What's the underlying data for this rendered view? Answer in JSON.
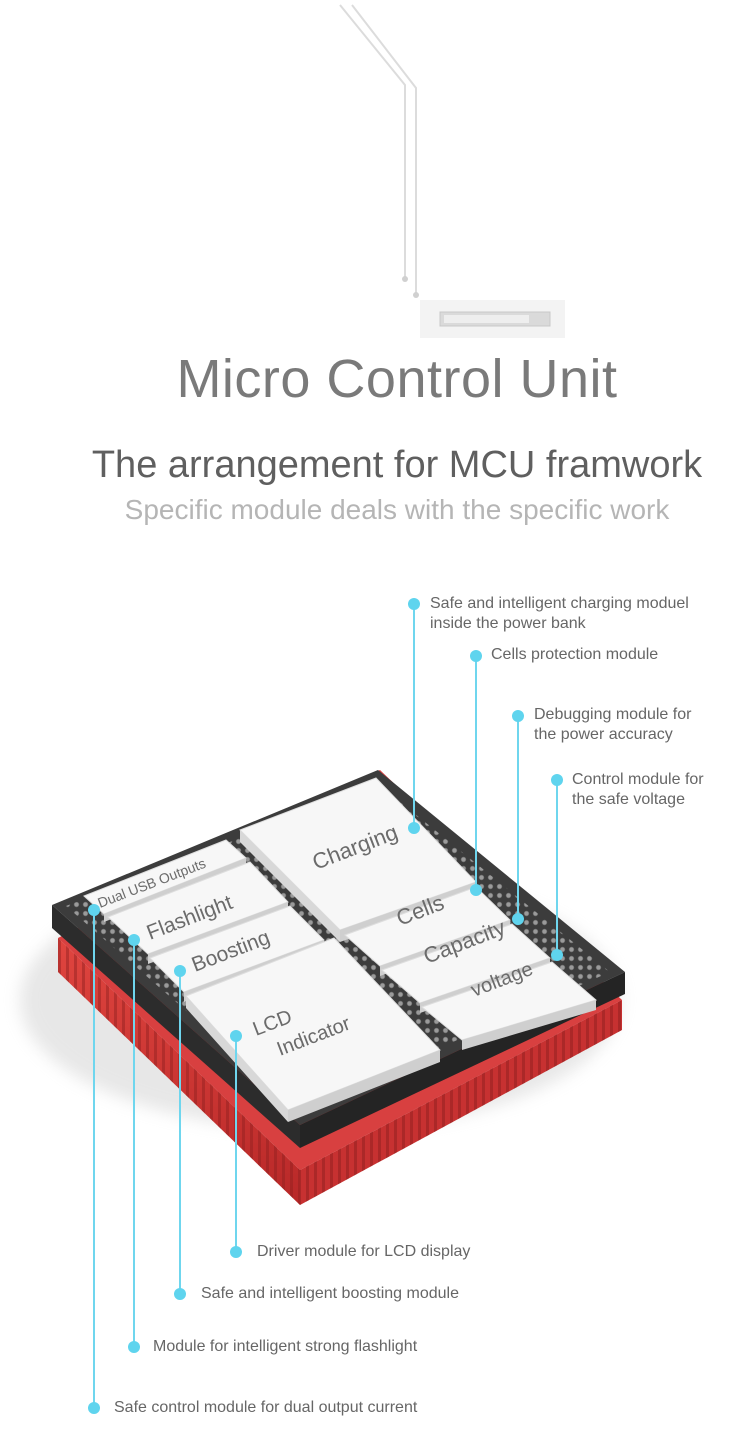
{
  "header": {
    "title": "Micro Control Unit",
    "subtitle": "The arrangement for MCU framwork",
    "tagline": "Specific module deals with the specific work"
  },
  "modules": {
    "charging": "Charging",
    "cells": "Cells",
    "capacity": "Capacity",
    "voltage": "voltage",
    "dual_usb": "Dual USB Outputs",
    "flashlight": "Flashlight",
    "boosting": "Boosting",
    "lcd_line1": "LCD",
    "lcd_line2": "Indicator"
  },
  "callouts": {
    "charging": "Safe and intelligent charging moduel\ninside the power bank",
    "cells": "Cells protection module",
    "capacity": "Debugging module for\n the power accuracy",
    "voltage": "Control module for\n the safe voltage",
    "lcd": "Driver module for LCD display",
    "boosting": "Safe and intelligent boosting module",
    "flashlight": "Module for intelligent strong flashlight",
    "dual_usb": "Safe control module for dual output current"
  },
  "colors": {
    "accent_dot": "#5fd4ee",
    "board_red": "#d43a3a",
    "board_dark": "#3a3a3a",
    "module_face": "#f4f4f4"
  }
}
